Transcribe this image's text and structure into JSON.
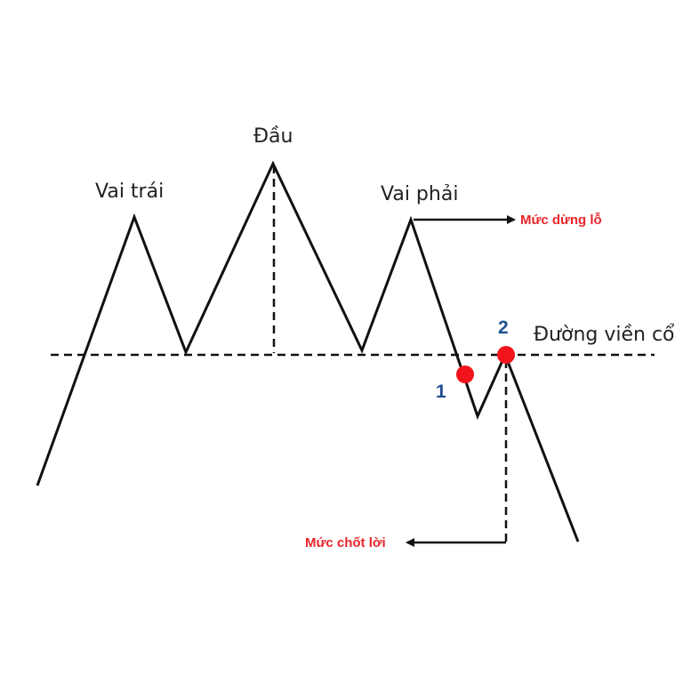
{
  "labels": {
    "left_shoulder": "Vai trái",
    "head": "Đầu",
    "right_shoulder": "Vai phải",
    "neckline": "Đường viền cổ",
    "stop_loss": "Mức dừng lỗ",
    "take_profit": "Mức chốt lời",
    "point_1": "1",
    "point_2": "2"
  },
  "colors": {
    "line": "#111111",
    "accent_red": "#e8252a",
    "point_marker": "#f2141b",
    "number_blue": "#1e4f91",
    "text": "#222222",
    "background": "#ffffff"
  }
}
